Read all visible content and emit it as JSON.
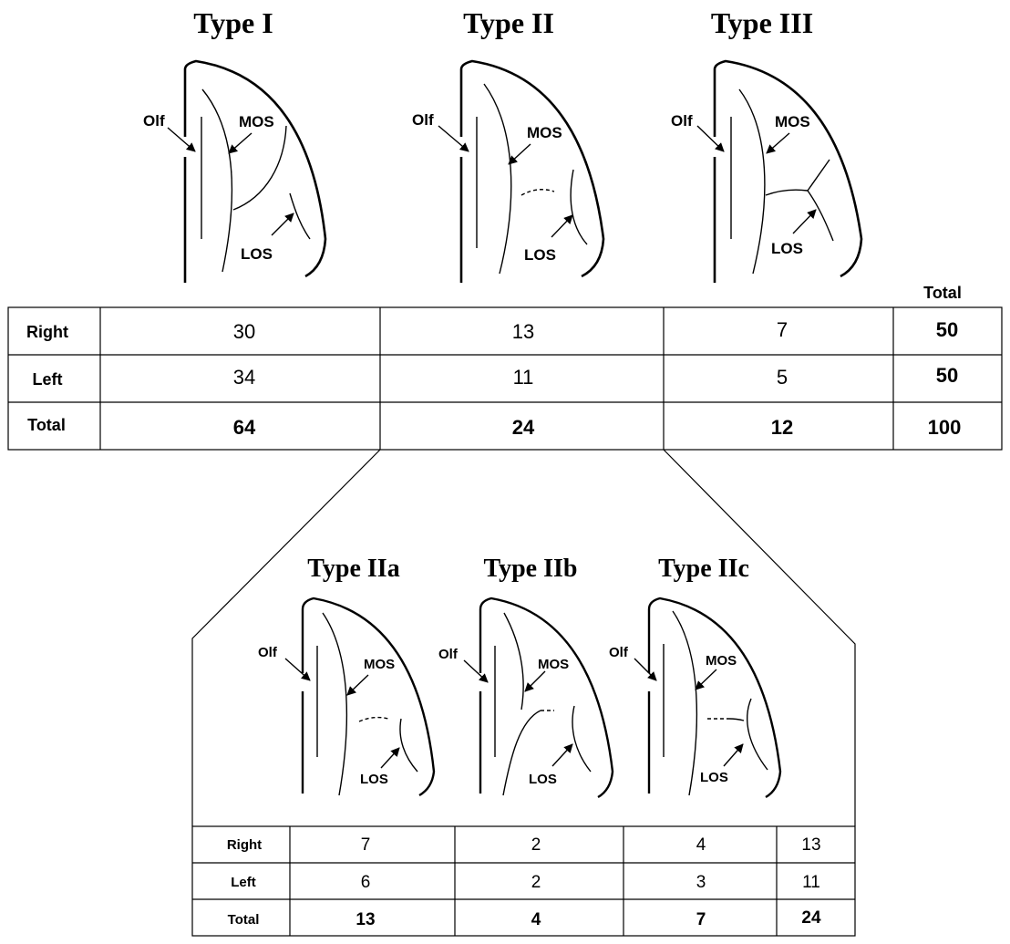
{
  "top": {
    "types": [
      {
        "title": "Type I",
        "olf": "Olf",
        "mos": "MOS",
        "los": "LOS"
      },
      {
        "title": "Type II",
        "olf": "Olf",
        "mos": "MOS",
        "los": "LOS"
      },
      {
        "title": "Type III",
        "olf": "Olf",
        "mos": "MOS",
        "los": "LOS"
      }
    ],
    "table": {
      "total_header": "Total",
      "rows": [
        {
          "label": "Right",
          "values": [
            "30",
            "13",
            "7"
          ],
          "total": "50"
        },
        {
          "label": "Left",
          "values": [
            "34",
            "11",
            "5"
          ],
          "total": "50"
        },
        {
          "label": "Total",
          "values": [
            "64",
            "24",
            "12"
          ],
          "total": "100"
        }
      ]
    }
  },
  "sub": {
    "types": [
      {
        "title": "Type IIa",
        "olf": "Olf",
        "mos": "MOS",
        "los": "LOS"
      },
      {
        "title": "Type IIb",
        "olf": "Olf",
        "mos": "MOS",
        "los": "LOS"
      },
      {
        "title": "Type IIc",
        "olf": "Olf",
        "mos": "MOS",
        "los": "LOS"
      }
    ],
    "table": {
      "rows": [
        {
          "label": "Right",
          "values": [
            "7",
            "2",
            "4"
          ],
          "total": "13"
        },
        {
          "label": "Left",
          "values": [
            "6",
            "2",
            "3"
          ],
          "total": "11"
        },
        {
          "label": "Total",
          "values": [
            "13",
            "4",
            "7"
          ],
          "total": "24"
        }
      ]
    }
  }
}
